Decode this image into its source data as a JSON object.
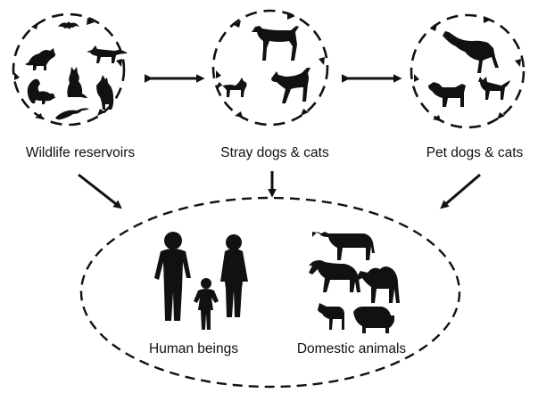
{
  "nodes": {
    "wildlife": {
      "label": "Wildlife reservoirs"
    },
    "stray": {
      "label": "Stray dogs & cats"
    },
    "pet": {
      "label": "Pet dogs & cats"
    },
    "humans": {
      "label": "Human beings"
    },
    "domestic": {
      "label": "Domestic animals"
    }
  },
  "edges": [
    {
      "from": "wildlife",
      "to": "stray",
      "direction": "bidirectional"
    },
    {
      "from": "stray",
      "to": "pet",
      "direction": "bidirectional"
    },
    {
      "from": "wildlife",
      "to": "humans_and_domestic",
      "direction": "forward"
    },
    {
      "from": "stray",
      "to": "humans_and_domestic",
      "direction": "forward"
    },
    {
      "from": "pet",
      "to": "humans_and_domestic",
      "direction": "forward"
    }
  ],
  "icons": {
    "wildlife": [
      "bat-icon",
      "raccoon-icon",
      "fox-icon",
      "skunk-icon",
      "cat-icon",
      "wolf-icon",
      "mongoose-icon"
    ],
    "stray": [
      "dog-icon",
      "cat-icon",
      "dog-icon"
    ],
    "pet": [
      "greyhound-icon",
      "dog-icon",
      "cat-icon"
    ],
    "humans": [
      "family-icon"
    ],
    "domestic": [
      "cow-icon",
      "horse-icon",
      "camel-icon",
      "goat-icon",
      "pig-icon"
    ]
  }
}
